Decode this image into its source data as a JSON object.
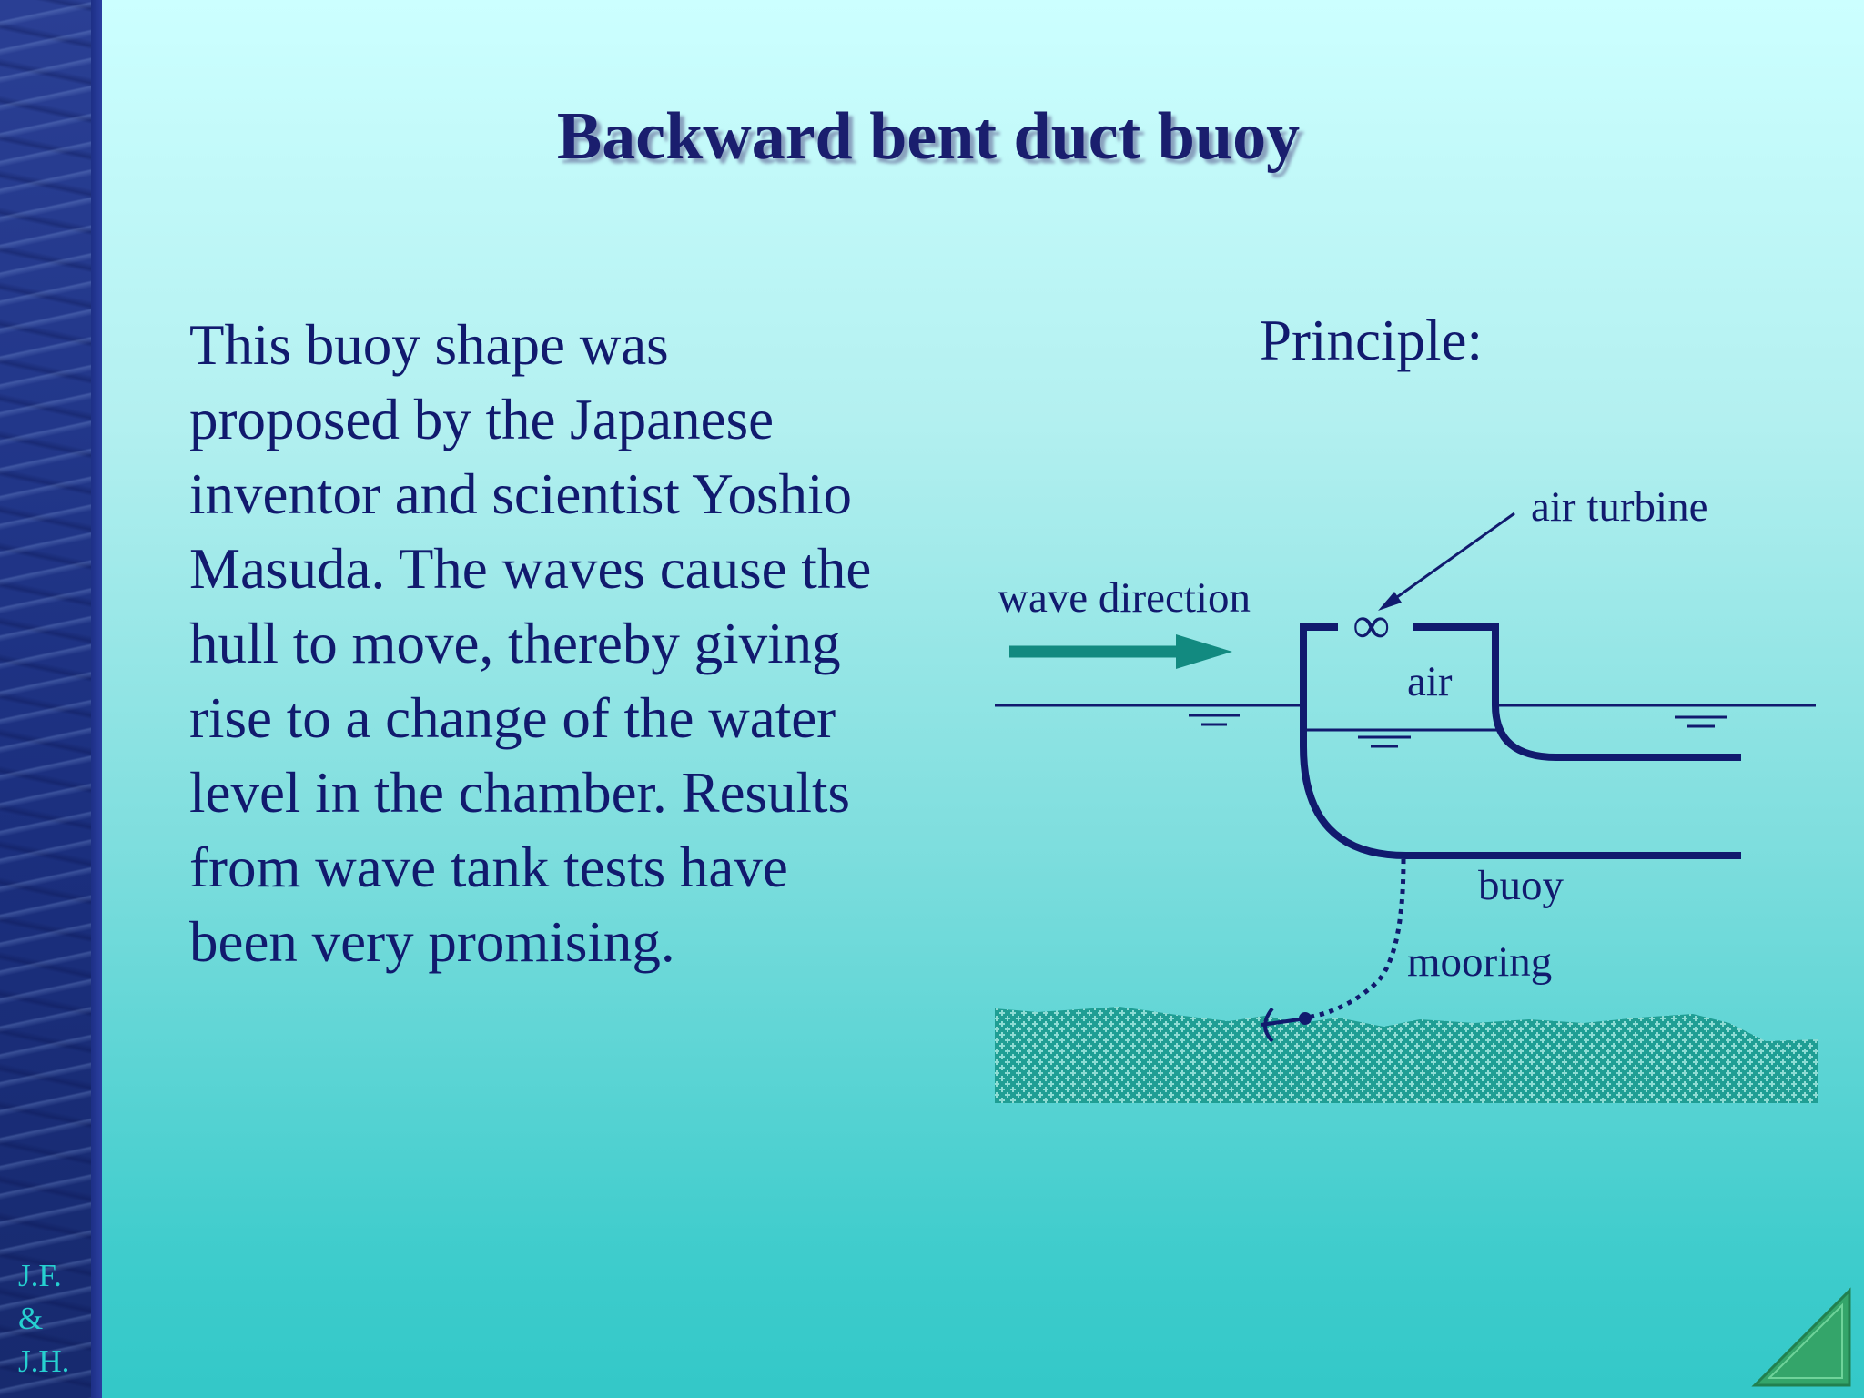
{
  "slide": {
    "title": "Backward bent duct buoy",
    "body_lines": [
      "This buoy shape was",
      "proposed by the Japanese",
      "inventor and scientist Yoshio",
      "Masuda.  The waves cause the",
      "hull to move, thereby giving",
      "rise to a change of the water",
      "level in the chamber.  Results",
      "from wave tank tests have",
      "been very promising."
    ],
    "principle_label": "Principle:",
    "initials": [
      "J.F.",
      "&",
      "J.H."
    ]
  },
  "diagram": {
    "labels": {
      "air_turbine": "air turbine",
      "wave_direction": "wave direction",
      "turbine_symbol": "∞",
      "air": "air",
      "buoy": "buoy",
      "mooring": "mooring"
    }
  },
  "colors": {
    "navy": "#111a6e",
    "teal_arrow": "#128a80",
    "seabed": "#1f9e94",
    "initials": "#26d0d0",
    "corner": "#34a56a"
  }
}
